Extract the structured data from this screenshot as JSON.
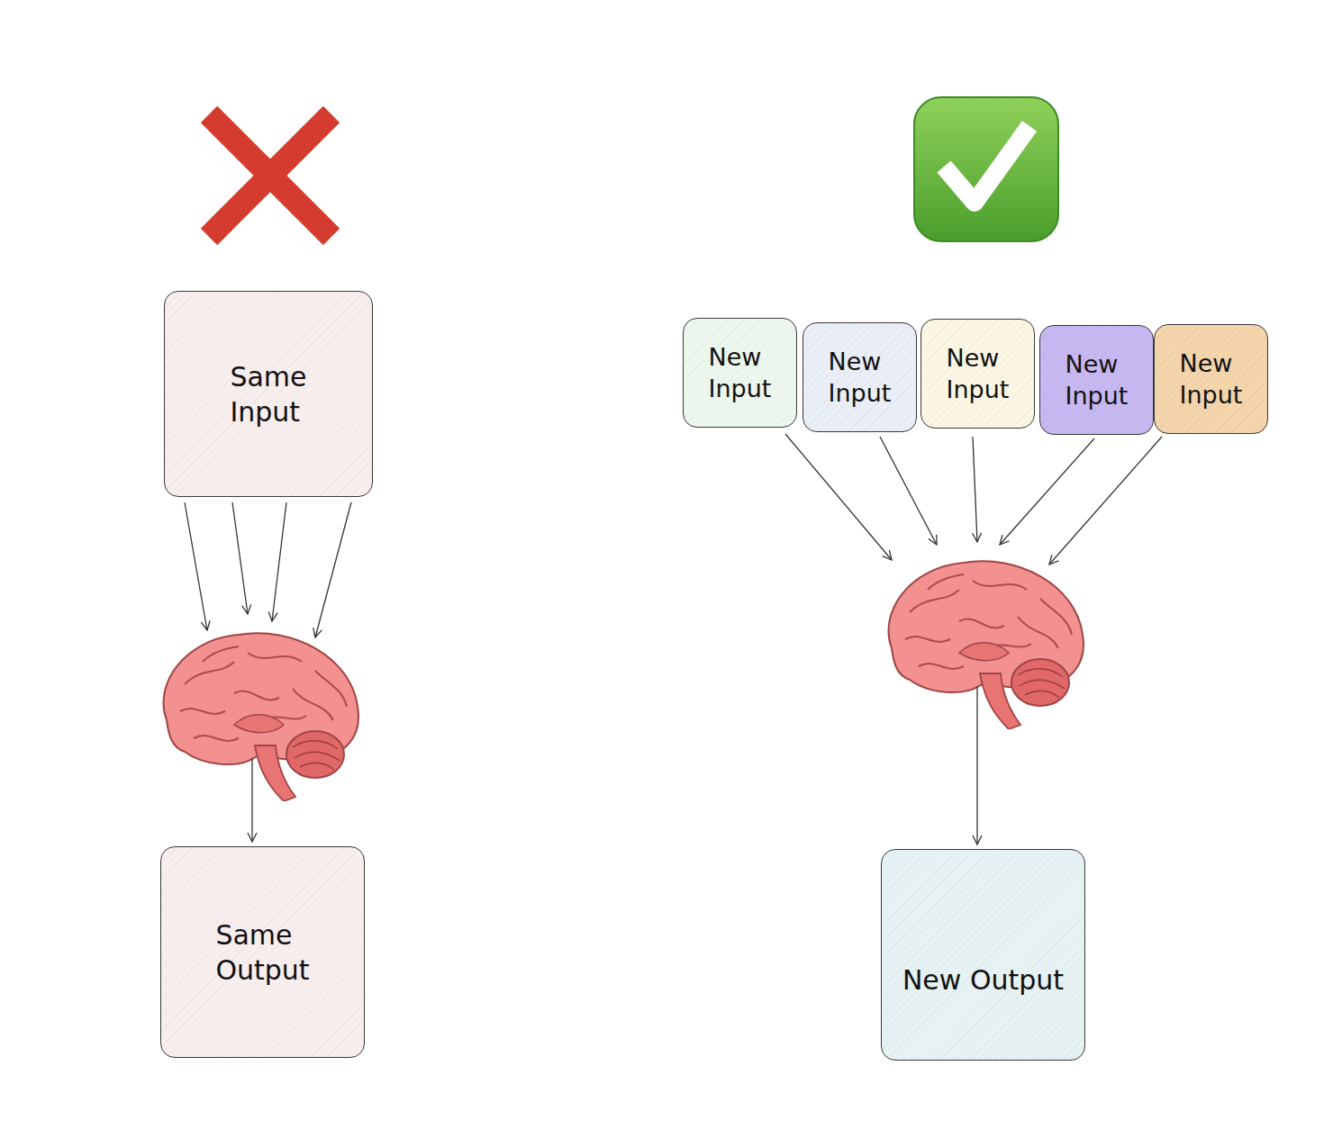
{
  "diagram": {
    "nodes": [
      {
        "text": [
          "Same Input"
        ]
      },
      {
        "text": [
          "Same Output"
        ]
      },
      {
        "text": [
          "New Input"
        ]
      },
      {
        "text": [
          "New Input"
        ]
      },
      {
        "text": [
          "New Input"
        ]
      },
      {
        "text": [
          "New Input"
        ]
      },
      {
        "text": [
          "New Input"
        ]
      },
      {
        "text": [
          "New Output"
        ]
      }
    ]
  }
}
